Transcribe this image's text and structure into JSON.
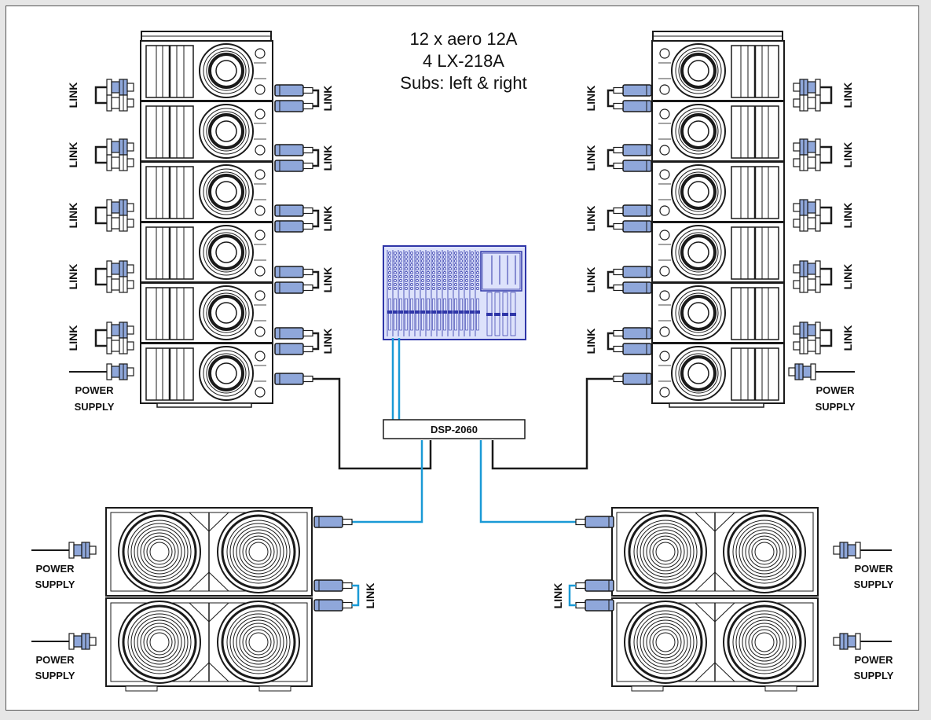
{
  "title": {
    "line1": "12 x aero 12A",
    "line2": "4 LX-218A",
    "line3": "Subs: left & right"
  },
  "labels": {
    "link": "LINK",
    "power_line1": "POWER",
    "power_line2": "SUPPLY",
    "dsp": "DSP-2060"
  },
  "colors": {
    "cable_blue": "#1a9ad6",
    "mixer_blue": "#2f36a8",
    "mixer_fill": "#dde2fb",
    "connector_blue": "#8fa7da",
    "line": "#1a1a1a"
  },
  "icons": [
    "line-array-cabinet-icon",
    "subwoofer-cabinet-icon",
    "mixer-console-icon",
    "xlr-connector-icon",
    "powercon-connector-icon"
  ]
}
